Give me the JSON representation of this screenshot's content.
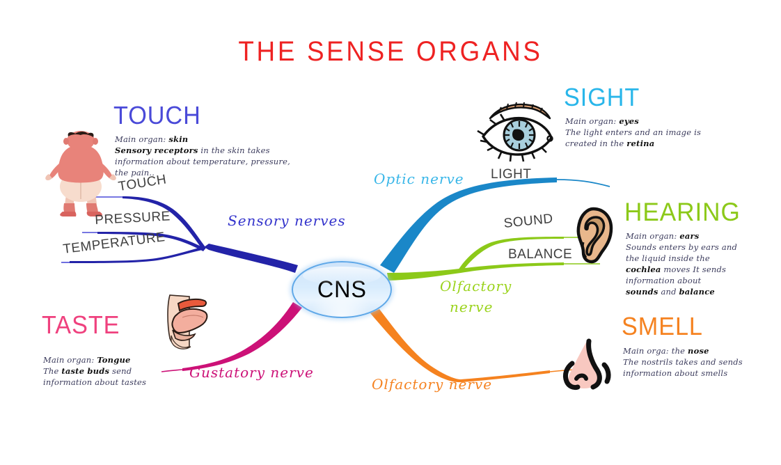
{
  "title": "THE SENSE ORGANS",
  "center": {
    "label": "CNS",
    "fill": "#d6ebfd",
    "stroke": "#5fa8e8"
  },
  "colors": {
    "title": "#ee2222",
    "touch": "#2b2bb0",
    "sight": "#29a8e0",
    "hearing": "#8cc919",
    "smell": "#f58220",
    "taste": "#d6117f",
    "caption": "#3f3f3f"
  },
  "senses": [
    {
      "id": "touch",
      "heading": "TOUCH",
      "heading_color": "#4a4ad8",
      "nerve_label": "Sensory nerves",
      "nerve_color": "#3333cc",
      "branch_color": "#2b2bb0",
      "organ_icon": "person-back-icon",
      "body": [
        {
          "text": "Main organ: ",
          "bold": false
        },
        {
          "text": "skin",
          "bold": true
        },
        {
          "text": "\n",
          "bold": false
        },
        {
          "text": "Sensory receptors",
          "bold": true
        },
        {
          "text": " in the skin takes",
          "bold": false
        },
        {
          "text": "\ninformation about temperature, pressure,",
          "bold": false
        },
        {
          "text": "\nthe pain..",
          "bold": false
        }
      ],
      "body_lines": [
        "Main organ: skin",
        "Sensory receptors in the skin takes",
        "information about temperature, pressure,",
        "the pain.."
      ],
      "captions": [
        "TOUCH",
        "PRESSURE",
        "TEMPERATURE"
      ]
    },
    {
      "id": "sight",
      "heading": "SIGHT",
      "heading_color": "#29b6ea",
      "nerve_label": "Optic nerve",
      "nerve_color": "#38b6e8",
      "branch_color": "#1a87c8",
      "organ_icon": "eye-icon",
      "body_lines": [
        "Main organ: eyes",
        "The light enters and an image is",
        "created in the retina"
      ],
      "captions": [
        "LIGHT"
      ]
    },
    {
      "id": "hearing",
      "heading": "HEARING",
      "heading_color": "#8cc919",
      "nerve_label": "Olfactory nerve",
      "nerve_color": "#9ad31c",
      "branch_color": "#8cc919",
      "organ_icon": "ear-icon",
      "body_lines": [
        "Main organ: ears",
        "Sounds enters by ears and",
        "the liquid inside the",
        "cochlea moves It sends",
        "information about",
        "sounds and balance"
      ],
      "captions": [
        "SOUND",
        "BALANCE"
      ]
    },
    {
      "id": "smell",
      "heading": "SMELL",
      "heading_color": "#f58220",
      "nerve_label": "Olfactory nerve",
      "nerve_color": "#f58220",
      "branch_color": "#f5821f",
      "organ_icon": "nose-icon",
      "body_lines": [
        "Main orga: the nose",
        "The nostrils takes and sends",
        "information about smells"
      ],
      "captions": []
    },
    {
      "id": "taste",
      "heading": "TASTE",
      "heading_color": "#ef417e",
      "nerve_label": "Gustatory nerve",
      "nerve_color": "#cc1177",
      "branch_color": "#cc1177",
      "organ_icon": "tongue-icon",
      "body_lines": [
        "Main organ: Tongue",
        "The taste buds send",
        "information about tastes"
      ],
      "captions": []
    }
  ],
  "labels": {
    "touch_heading": "TOUCH",
    "touch_b1": "Main organ: ",
    "touch_b1b": "skin",
    "touch_b2b": "Sensory receptors",
    "touch_b2": " in the skin takes",
    "touch_b3": "information about temperature, pressure,",
    "touch_b4": "the pain..",
    "touch_cap1": "TOUCH",
    "touch_cap2": "PRESSURE",
    "touch_cap3": "TEMPERATURE",
    "sensory_nerves": "Sensory nerves",
    "sight_heading": "SIGHT",
    "sight_b1": "Main organ: ",
    "sight_b1b": "eyes",
    "sight_b2": "The light enters and an image is",
    "sight_b3": "created in the ",
    "sight_b3b": "retina",
    "sight_cap1": "LIGHT",
    "optic_nerve": "Optic nerve",
    "hearing_heading": "HEARING",
    "hearing_b1": "Main organ: ",
    "hearing_b1b": "ears",
    "hearing_b2": "Sounds enters by ears and",
    "hearing_b3": "the liquid inside the",
    "hearing_b4b": "cochlea",
    "hearing_b4": " moves It sends",
    "hearing_b5": "information about",
    "hearing_b6b": "sounds",
    "hearing_b6": " and ",
    "hearing_b6c": "balance",
    "hearing_cap1": "SOUND",
    "hearing_cap2": "BALANCE",
    "auditory_nerve_l1": "Olfactory",
    "auditory_nerve_l2": "nerve",
    "smell_heading": "SMELL",
    "smell_b1": "Main orga: ",
    "smell_b1i": "the ",
    "smell_b1b": "nose",
    "smell_b2": "The nostrils takes and sends",
    "smell_b3": "information about smells",
    "olfactory_nerve": "Olfactory nerve",
    "taste_heading": "TASTE",
    "taste_b1": "Main organ: ",
    "taste_b1b": "Tongue",
    "taste_b2": "The ",
    "taste_b2b": "taste buds",
    "taste_b2c": " send",
    "taste_b3": "information about tastes",
    "gustatory_nerve": "Gustatory nerve"
  }
}
